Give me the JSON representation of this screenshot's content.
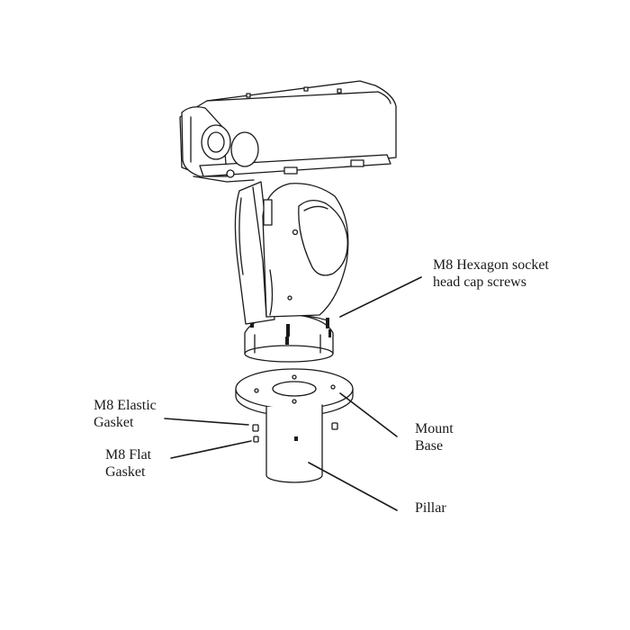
{
  "colors": {
    "line": "#1a1a1a",
    "fill": "#ffffff",
    "text": "#1a1a1a"
  },
  "labels": {
    "screws": {
      "line1": "M8 Hexagon socket",
      "line2": "head cap screws"
    },
    "elastic": {
      "line1": "M8 Elastic",
      "line2": "Gasket"
    },
    "flat": {
      "line1": "M8 Flat",
      "line2": "Gasket"
    },
    "mount": {
      "line1": "Mount",
      "line2": "Base"
    },
    "pillar": {
      "line1": "Pillar"
    }
  }
}
